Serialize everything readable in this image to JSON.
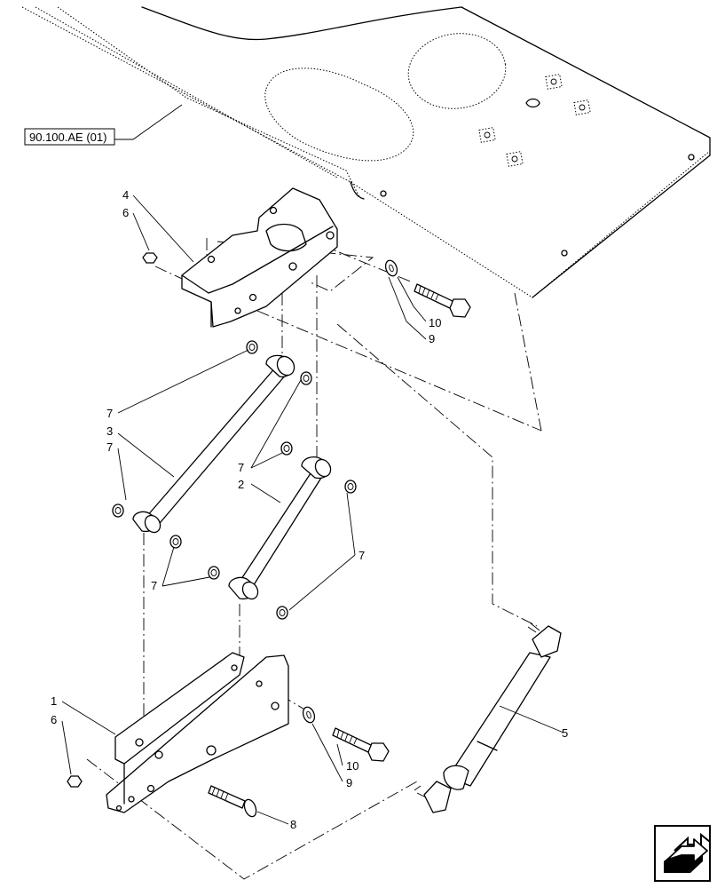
{
  "reference_label": "90.100.AE (01)",
  "callouts": {
    "c4": "4",
    "c6a": "6",
    "c10a": "10",
    "c9a": "9",
    "c7a": "7",
    "c3": "3",
    "c7b": "7",
    "c7c": "7",
    "c2": "2",
    "c7d": "7",
    "c7e": "7",
    "c1": "1",
    "c6b": "6",
    "c5": "5",
    "c10b": "10",
    "c9b": "9",
    "c8": "8"
  },
  "icons": {
    "nav": "next-page-arrow-icon"
  }
}
